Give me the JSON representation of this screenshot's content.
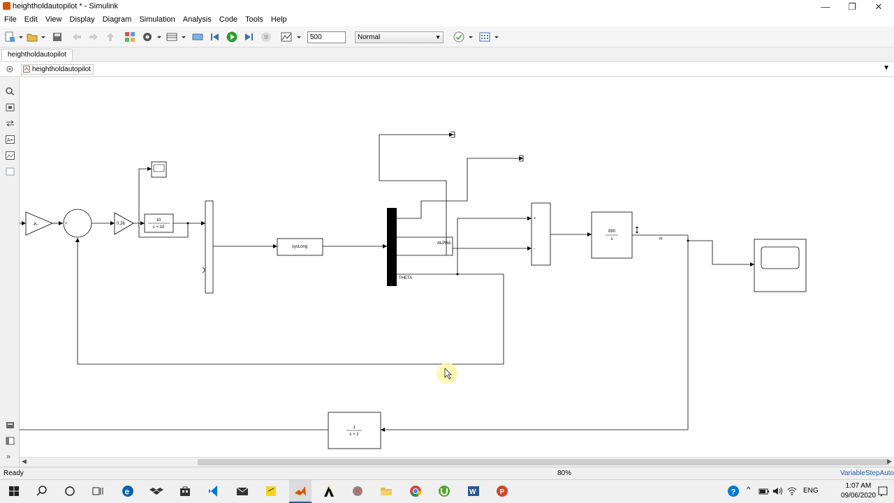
{
  "window": {
    "title": "heightholdautopilot * - Simulink",
    "minimize": "—",
    "restore": "❐",
    "close": "✕"
  },
  "menu": [
    "File",
    "Edit",
    "View",
    "Display",
    "Diagram",
    "Simulation",
    "Analysis",
    "Code",
    "Tools",
    "Help"
  ],
  "toolbar": {
    "stop_time": "500",
    "sim_mode": "Normal"
  },
  "tabs": [
    {
      "label": "heightholdautopilot"
    }
  ],
  "breadcrumb": "heightholdautopilot",
  "diagram": {
    "gain_k": "-K-",
    "gain_026": "0.26",
    "tf1_num": "10",
    "tf1_den": "s + 10",
    "state_space": "sysLong",
    "alpha_label": "ALPHA",
    "theta_label": "THETA",
    "int_num": "890",
    "int_den": "s",
    "h_label": "H",
    "tf2_num": "1",
    "tf2_den": "s + 1"
  },
  "status": {
    "ready": "Ready",
    "zoom": "80%",
    "solver": "VariableStepAuto"
  },
  "taskbar": {
    "lang": "ENG",
    "time": "1:07 AM",
    "date": "09/06/2020"
  },
  "colors": {
    "accent_blue": "#0063b1",
    "run_green": "#2e9e2e",
    "pointer_highlight": "#fff7a8"
  }
}
